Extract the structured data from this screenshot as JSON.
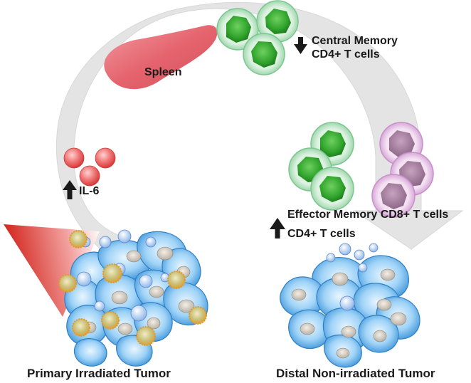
{
  "labels": {
    "spleen": "Spleen",
    "central_memory_line1": "Central Memory",
    "central_memory_line2": "CD4+ T cells",
    "il6": "IL-6",
    "effector_memory": "Effector Memory CD8+ T cells",
    "cd4": "CD4+ T cells",
    "primary_tumor": "Primary Irradiated Tumor",
    "distal_tumor": "Distal Non-irradiated Tumor"
  },
  "indicators": {
    "central_memory": "down",
    "il6": "up",
    "effector_memory_cd4": "up"
  },
  "colors": {
    "flow_arrow": "#e4e4e4",
    "spleen": "#e8707a",
    "t_cell_green": "#3cae38",
    "cytokine_red": "#e85d5d",
    "purple_cell": "#c79fc9",
    "tumor_blue": "#5fb4ec",
    "radiation": "#d9261c",
    "nanoparticle": "#e8a935"
  }
}
